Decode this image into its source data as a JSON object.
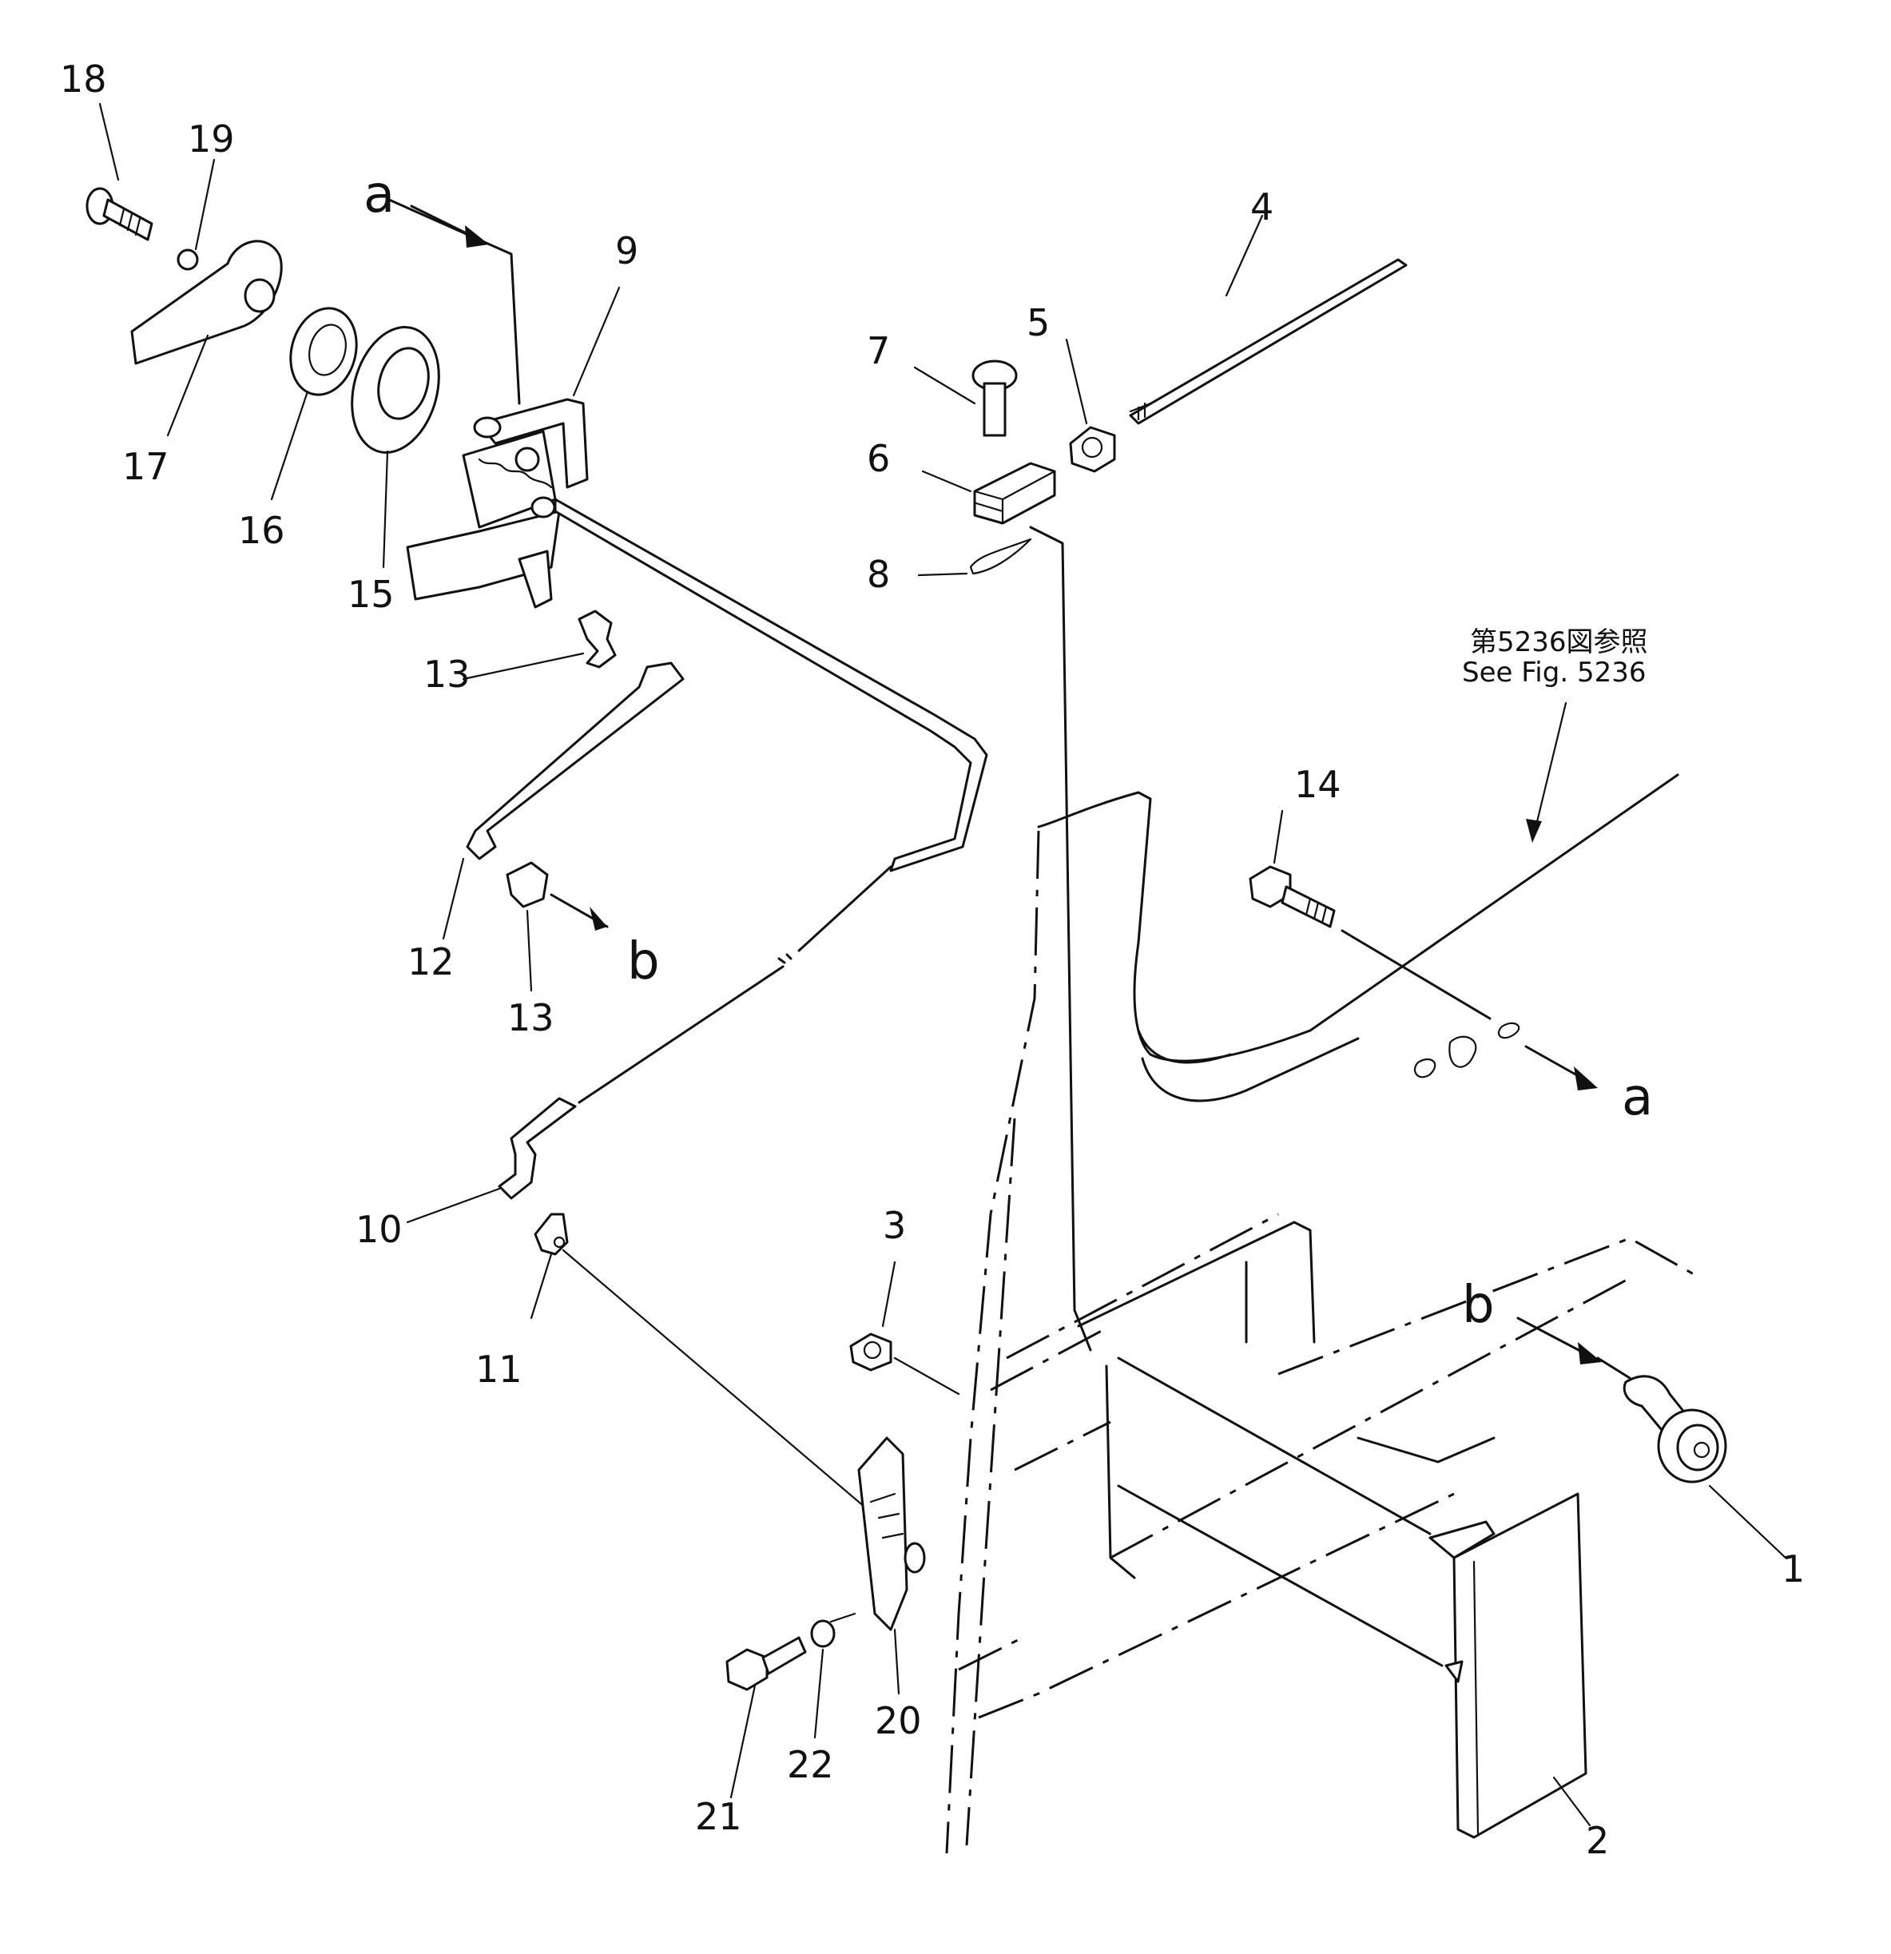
{
  "callouts": [
    "1",
    "2",
    "3",
    "4",
    "5",
    "6",
    "7",
    "8",
    "9",
    "10",
    "11",
    "12",
    "13",
    "13",
    "14",
    "15",
    "16",
    "17",
    "18",
    "19",
    "20",
    "21",
    "22"
  ],
  "view_marks": {
    "a_top": "a",
    "b_mid": "b",
    "a_right": "a",
    "b_right": "b"
  },
  "reference": {
    "jp": "第5236図参照",
    "en": "See Fig. 5236"
  }
}
